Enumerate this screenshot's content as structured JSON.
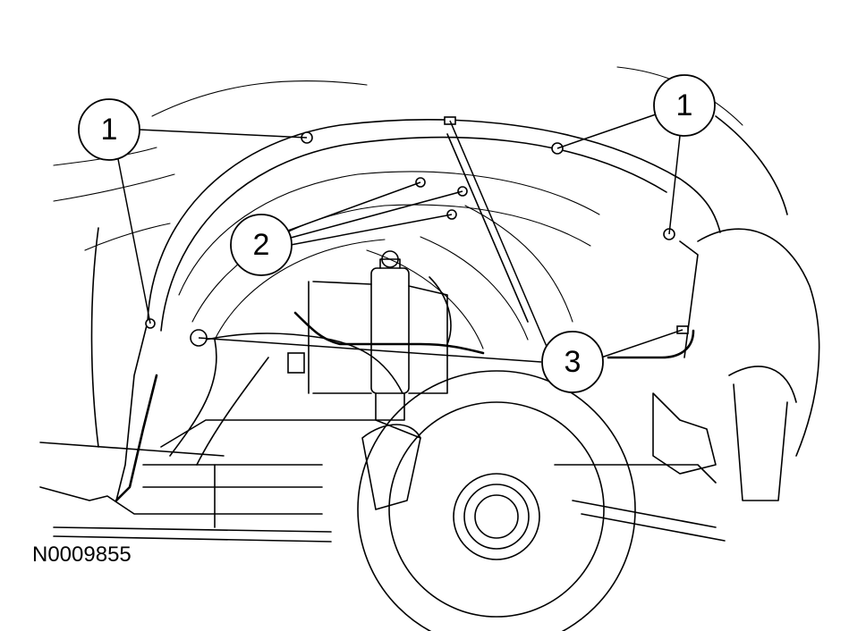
{
  "figure": {
    "code": "N0009855"
  },
  "callouts": [
    {
      "number": "1"
    },
    {
      "number": "1"
    },
    {
      "number": "2"
    },
    {
      "number": "3"
    }
  ]
}
